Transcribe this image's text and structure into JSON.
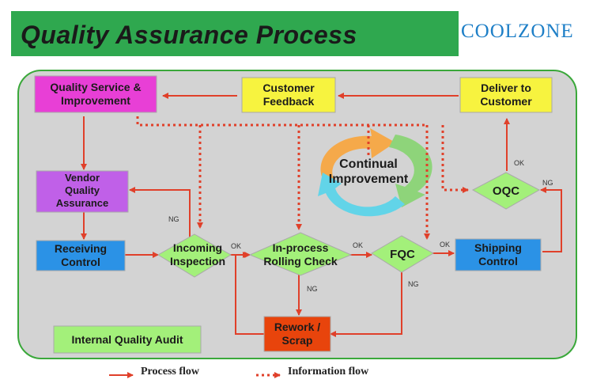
{
  "title": "Quality Assurance Process",
  "logo": "COOLZONE",
  "nodes": {
    "quality_service": [
      "Quality Service &",
      "Improvement"
    ],
    "customer_feedback": [
      "Customer",
      "Feedback"
    ],
    "deliver": [
      "Deliver to",
      "Customer"
    ],
    "vendor_qa": [
      "Vendor",
      "Quality",
      "Assurance"
    ],
    "receiving": [
      "Receiving",
      "Control"
    ],
    "incoming": [
      "Incoming",
      "Inspection"
    ],
    "inprocess": [
      "In-process",
      "Rolling Check"
    ],
    "fqc": [
      "FQC"
    ],
    "oqc": [
      "OQC"
    ],
    "shipping": [
      "Shipping",
      "Control"
    ],
    "rework": [
      "Rework /",
      "Scrap"
    ],
    "internal_audit": [
      "Internal Quality Audit"
    ],
    "continual": [
      "Continual",
      "Improvement"
    ]
  },
  "edge_labels": {
    "ok1": "OK",
    "ok2": "OK",
    "ok3": "OK",
    "ok4": "OK",
    "ng1": "NG",
    "ng2": "NG",
    "ng3": "NG",
    "ng4": "NG"
  },
  "legend": {
    "process_flow": "Process flow",
    "information_flow": "Information flow"
  },
  "colors": {
    "title_bg": "#2fa84f",
    "magenta": "#e83fd6",
    "yellow": "#f7f33f",
    "purple": "#c060e8",
    "blue": "#2b92e6",
    "green": "#a3f07a",
    "red_box": "#e8440c",
    "arrow": "#e0402a",
    "panel": "#d3d3d3"
  }
}
